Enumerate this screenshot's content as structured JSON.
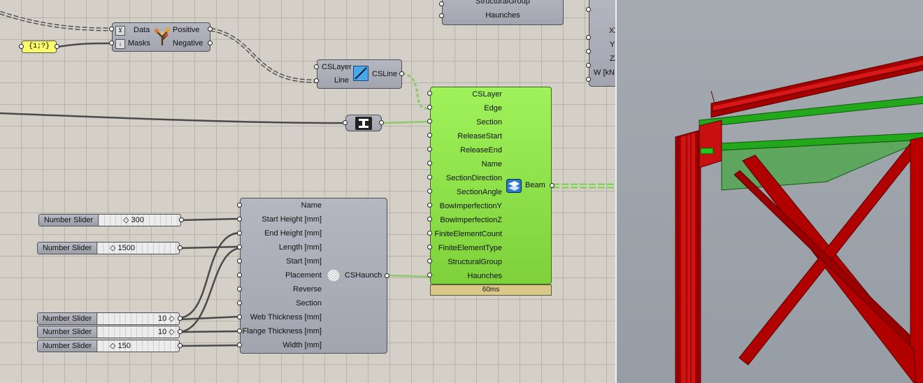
{
  "canvas": {
    "panel": {
      "text": "{1;?}"
    },
    "top_component": {
      "inputs": [
        "StructuralGroup",
        "Haunches"
      ]
    },
    "partial_component": {
      "inputs": [
        "XX",
        "YY",
        "ZZ",
        "W [kN"
      ]
    },
    "dispatch": {
      "inputs": [
        "Data",
        "Masks"
      ],
      "outputs": [
        "Positive",
        "Negative"
      ]
    },
    "csline": {
      "inputs": [
        "CSLayer",
        "Line"
      ],
      "output": "CSLine"
    },
    "beam": {
      "inputs": [
        "CSLayer",
        "Edge",
        "Section",
        "ReleaseStart",
        "ReleaseEnd",
        "Name",
        "SectionDirection",
        "SectionAngle",
        "BowImperfectionY",
        "BowImperfectionZ",
        "FiniteElementCount",
        "FiniteElementType",
        "StructuralGroup",
        "Haunches"
      ],
      "output": "Beam",
      "timer": "60ms"
    },
    "haunch": {
      "inputs": [
        "Name",
        "Start Height [mm]",
        "End Height [mm]",
        "Length [mm]",
        "Start [mm]",
        "Placement",
        "Reverse",
        "Section",
        "Web Thickness [mm]",
        "Flange Thickness [mm]",
        "Width [mm]"
      ],
      "output": "CSHaunch"
    },
    "sliders": [
      {
        "label": "Number Slider",
        "value": "300",
        "fraction": 0.3
      },
      {
        "label": "Number Slider",
        "value": "1500",
        "fraction": 0.15
      },
      {
        "label": "Number Slider",
        "value": "10",
        "fraction": 1.0
      },
      {
        "label": "Number Slider",
        "value": "10",
        "fraction": 1.0
      },
      {
        "label": "Number Slider",
        "value": "150",
        "fraction": 0.15
      }
    ]
  },
  "colors": {
    "canvas_bg": "#d4d0c8",
    "component_grey": "#a8aab4",
    "component_green": "#8ce24a",
    "panel_yellow": "#fbfb6a",
    "wire_green": "#8ec86a",
    "frame_red": "#b00000",
    "beam_green": "#22a81a",
    "viewport_bg": "#9ea4aa"
  },
  "icons": [
    "dispatch-tree-icon",
    "csline-icon",
    "section-i-icon",
    "beam-icon",
    "haunch-icon",
    "data-input-icon",
    "masks-input-icon"
  ]
}
